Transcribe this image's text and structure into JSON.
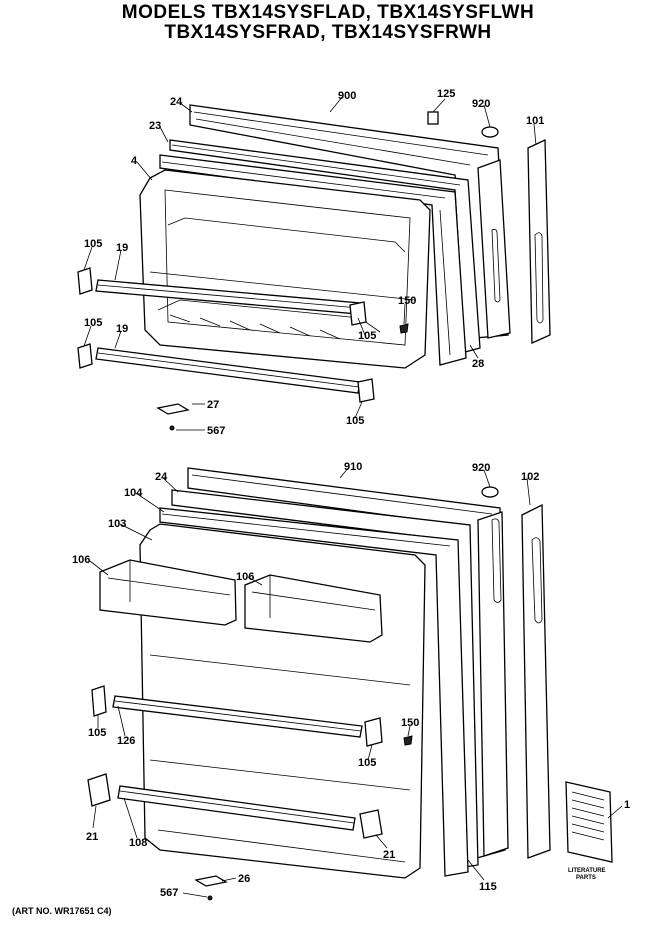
{
  "header": {
    "title_line1": "MODELS TBX14SYSFLAD, TBX14SYSFLWH",
    "title_line2": "TBX14SYSFRAD, TBX14SYSFRWH"
  },
  "labels": {
    "p900": "900",
    "p125": "125",
    "p920a": "920",
    "p101": "101",
    "p24a": "24",
    "p23": "23",
    "p4": "4",
    "p105a": "105",
    "p19a": "19",
    "p105b": "105",
    "p19b": "19",
    "p150a": "150",
    "p105c": "105",
    "p28": "28",
    "p105d": "105",
    "p27": "27",
    "p567a": "567",
    "p910": "910",
    "p920b": "920",
    "p102": "102",
    "p24b": "24",
    "p104": "104",
    "p103": "103",
    "p106a": "106",
    "p106b": "106",
    "p105e": "105",
    "p126": "126",
    "p150b": "150",
    "p105f": "105",
    "p21a": "21",
    "p108": "108",
    "p21b": "21",
    "p1": "1",
    "p115": "115",
    "p26": "26",
    "p567b": "567"
  },
  "literature": {
    "line1": "LITERATURE",
    "line2": "PARTS"
  },
  "footer": {
    "art_no": "(ART NO. WR17651 C4)"
  }
}
